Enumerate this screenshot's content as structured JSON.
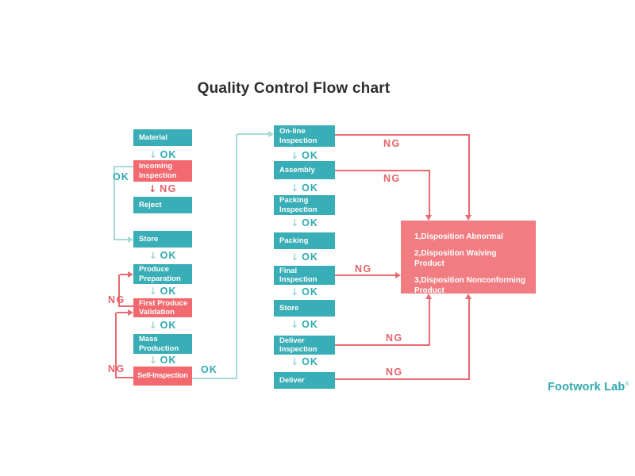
{
  "title": "Quality Control Flow chart",
  "labels": {
    "ok": "OK",
    "ng": "NG"
  },
  "icons": {
    "down_arrow": "↓"
  },
  "colors": {
    "teal_node": "#3aaeb6",
    "red_node": "#f2696f",
    "panel_red": "#f17d82",
    "light_teal_line": "#a7dbd8",
    "red_line": "#e96a70",
    "ok_text": "#2fa9b2",
    "ng_text": "#e8636c",
    "title_text": "#2d2d2d",
    "logo_teal": "#2fa9ad"
  },
  "left_column": {
    "material": "Material",
    "incoming_inspection": "Incoming Inspection",
    "reject": "Reject",
    "store": "Store",
    "produce_preparation": "Produce Preparation",
    "first_produce_validation": "First Produce Validation",
    "mass_production": "Mass Production",
    "self_inspection": "Self-Inspection"
  },
  "middle_column": {
    "online_inspection": "On-line Inspection",
    "assembly": "Assembly",
    "packing_inspection": "Packing Inspection",
    "packing": "Packing",
    "final_inspection": "Final Inspection",
    "store": "Store",
    "deliver_inspection": "Deliver Inspection",
    "deliver": "Deliver"
  },
  "disposition_box": {
    "line1": "1,Disposition Abnormal",
    "line2": "2,Disposition Waiving Product",
    "line3": "3,Disposition Nonconforming Product"
  },
  "logo": {
    "text": "Footwork Lab",
    "mark": "®"
  }
}
